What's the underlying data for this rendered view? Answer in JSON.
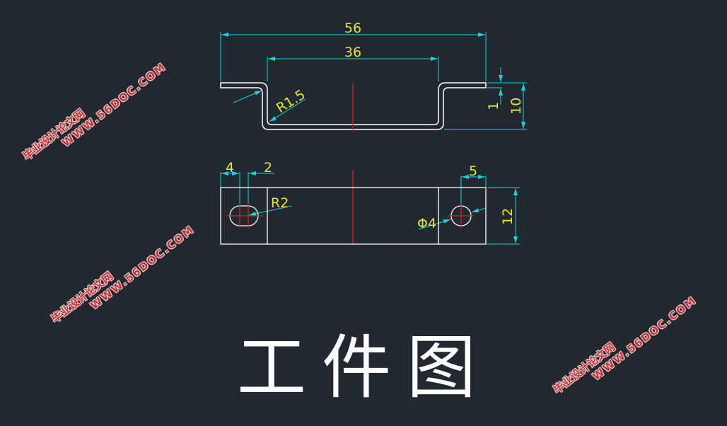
{
  "drawing": {
    "title": "工件图",
    "dimensions": {
      "overall_length": "56",
      "inner_length": "36",
      "bend_radius": "R1.5",
      "thickness": "1",
      "height": "10",
      "slot_offset": "4",
      "slot_length": "2",
      "slot_radius": "R2",
      "hole_offset": "5",
      "hole_diameter": "Φ4",
      "width": "12"
    },
    "colors": {
      "background": "#212830",
      "outline": "#ffffff",
      "dimension": "#19d3da",
      "text": "#e8e23a",
      "centerline": "#e01e1e"
    }
  },
  "watermark": {
    "cn": "毕业设计论文网",
    "en": "WWW.56DOC.COM"
  }
}
